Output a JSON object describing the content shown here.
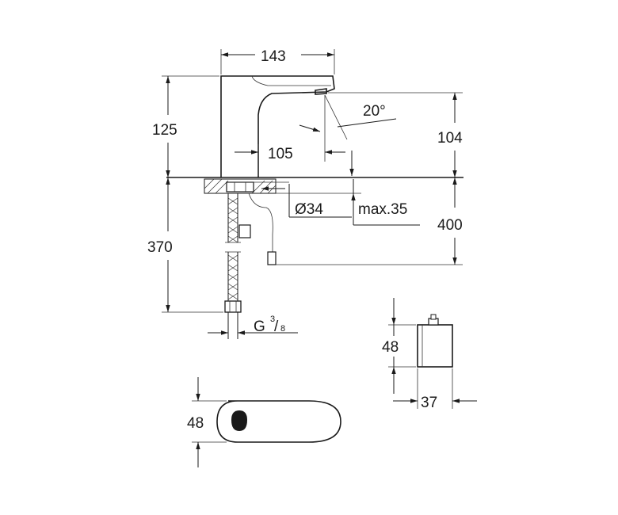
{
  "dimensions": {
    "width_top": "143",
    "height_spout": "125",
    "angle": "20°",
    "reach": "105",
    "outlet_height": "104",
    "hole_diameter": "Ø34",
    "deck_thickness": "max.35",
    "cable_length": "400",
    "hose_length": "370",
    "thread_prefix": "G",
    "thread_num": "3",
    "thread_den": "8",
    "box_height": "48",
    "box_depth": "37",
    "plan_width": "48"
  }
}
